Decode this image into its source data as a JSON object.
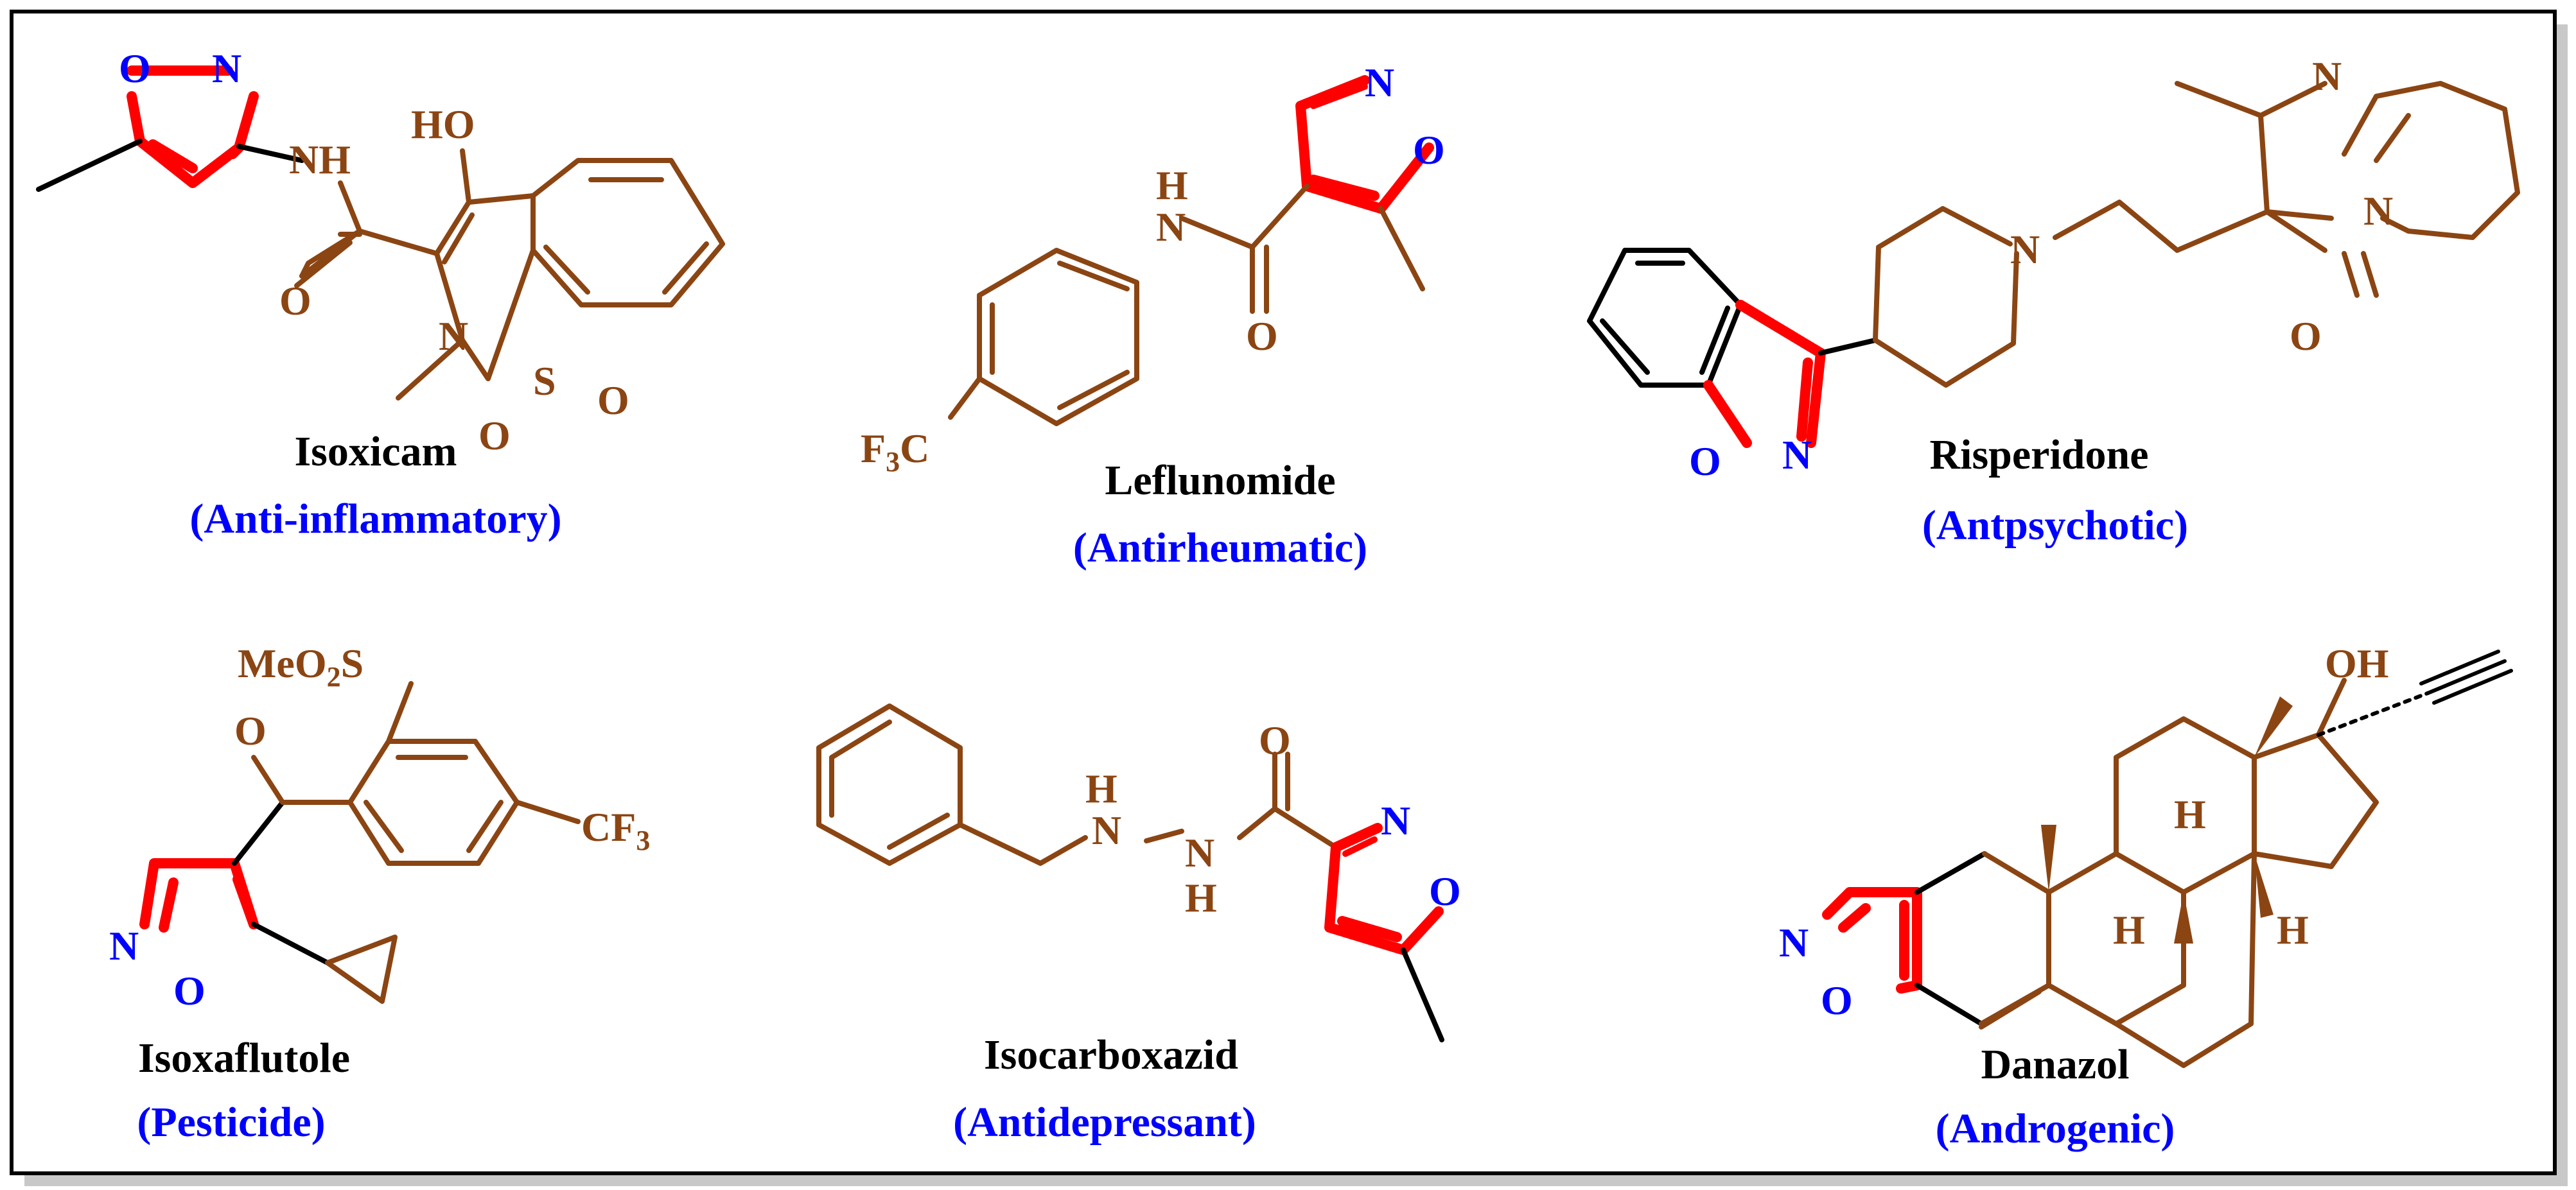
{
  "colors": {
    "scaffold": "#8B4513",
    "isoxazole": "#FF0000",
    "heteroatom_ring": "#0000FF",
    "linker": "#000000",
    "use_label": "#0000FF",
    "name_label": "#000000"
  },
  "compounds": [
    {
      "name": "Isoxicam",
      "use": "(Anti-inflammatory)"
    },
    {
      "name": "Leflunomide",
      "use": "(Antirheumatic)"
    },
    {
      "name": "Risperidone",
      "use": "(Antpsychotic)"
    },
    {
      "name": "Isoxaflutole",
      "use": "(Pesticide)"
    },
    {
      "name": "Isocarboxazid",
      "use": "(Antidepressant)"
    },
    {
      "name": "Danazol",
      "use": "(Androgenic)"
    }
  ],
  "atoms": {
    "O": "O",
    "N": "N",
    "NH": "NH",
    "HO": "HO",
    "OH": "OH",
    "S": "S",
    "H": "H",
    "F3C": "F3C",
    "CF3": "CF3",
    "MeO2S": "MeO2S"
  }
}
